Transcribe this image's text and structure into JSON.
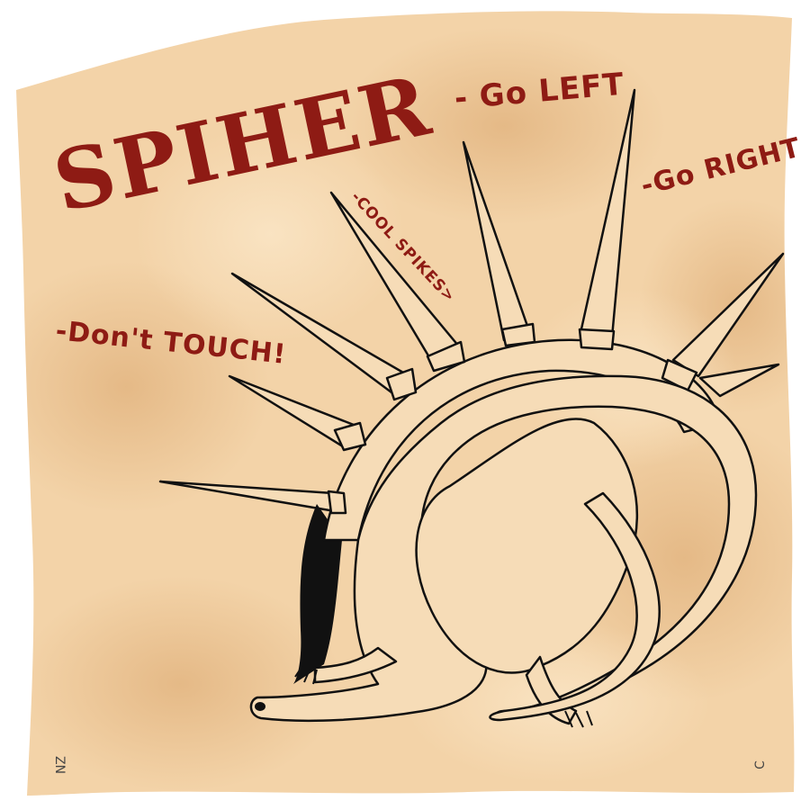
{
  "title": "SPIHER",
  "labels": {
    "go_left": "- Go LEFT",
    "go_right": "-Go RIGHT",
    "cool_spikes": "-COOL SPIKES>",
    "dont_touch": "-Don't TOUCH!"
  },
  "signatures": {
    "left": "ZN",
    "right": "C"
  },
  "colors": {
    "parchment": "#f3d3a8",
    "parchment_stain": "#e2b07a",
    "ink": "#111111",
    "text_red": "#8e1b14",
    "creature_fill": "#f6dcb7"
  }
}
